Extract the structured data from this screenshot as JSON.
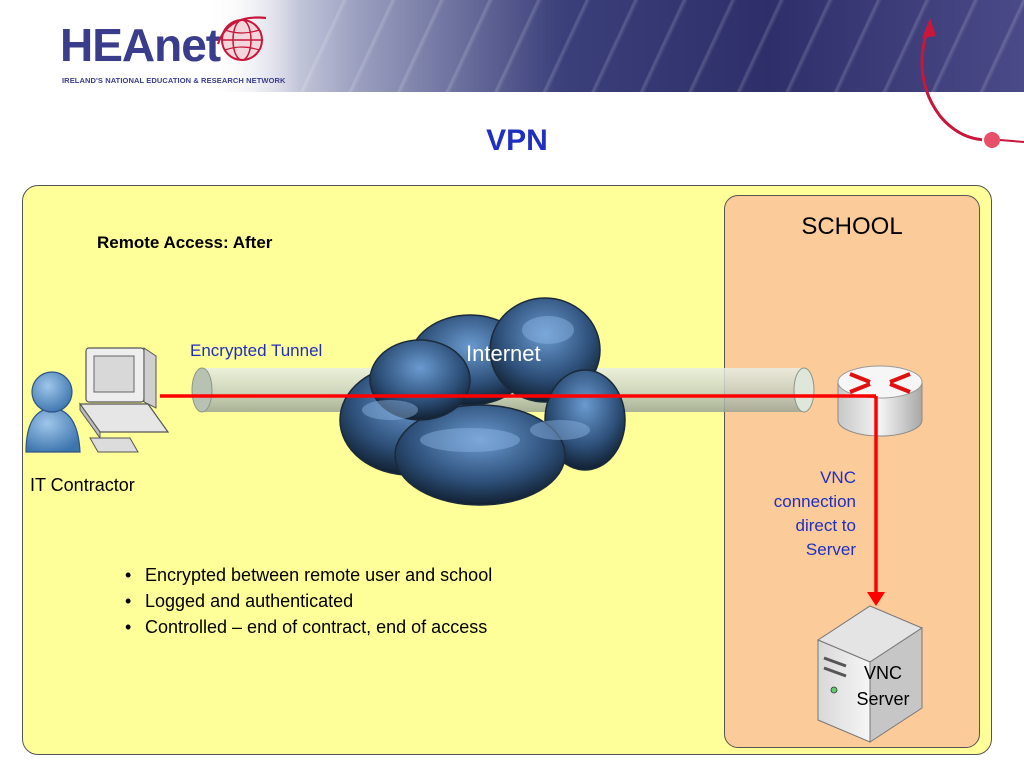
{
  "header": {
    "logo_text": "HEAnet",
    "logo_tagline": "IRELAND'S NATIONAL EDUCATION & RESEARCH NETWORK"
  },
  "slide": {
    "title": "VPN",
    "subtitle": "Remote Access: After"
  },
  "diagram": {
    "school_label": "SCHOOL",
    "tunnel_label": "Encrypted Tunnel",
    "internet_label": "Internet",
    "contractor_label": "IT Contractor",
    "vnc_connection_lines": [
      "VNC",
      "connection",
      "direct to",
      "Server"
    ],
    "server_label_lines": [
      "VNC",
      "Server"
    ],
    "icons": [
      "user-computer-icon",
      "cloud-icon",
      "router-icon",
      "server-icon",
      "tunnel-pipe",
      "red-connection-line",
      "red-arrow"
    ],
    "colors": {
      "panel": "#ffff99",
      "school_zone": "#fccb9a",
      "connection_line": "#ff0000",
      "label_blue": "#1f2fbf"
    }
  },
  "bullets": [
    "Encrypted between remote user and school",
    "Logged and authenticated",
    "Controlled – end of contract, end of access"
  ]
}
